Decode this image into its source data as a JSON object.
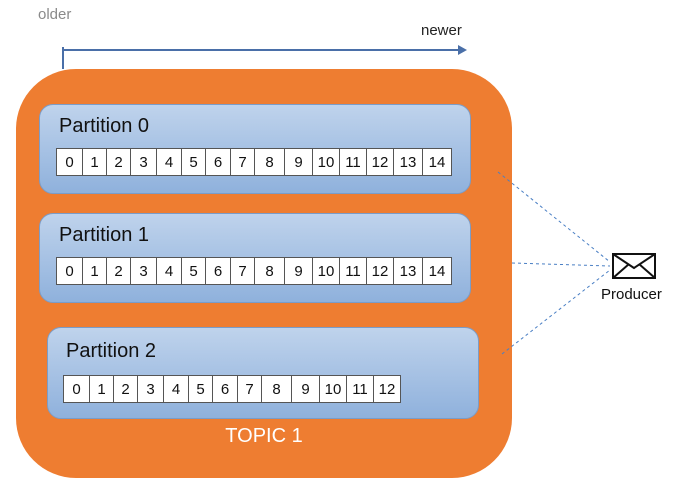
{
  "timeline": {
    "older": "older",
    "newer": "newer"
  },
  "topic": {
    "label": "TOPIC 1"
  },
  "partitions": [
    {
      "title": "Partition 0",
      "offsets": [
        "0",
        "1",
        "2",
        "3",
        "4",
        "5",
        "6",
        "7",
        "8",
        "9",
        "10",
        "11",
        "12",
        "13",
        "14"
      ]
    },
    {
      "title": "Partition 1",
      "offsets": [
        "0",
        "1",
        "2",
        "3",
        "4",
        "5",
        "6",
        "7",
        "8",
        "9",
        "10",
        "11",
        "12",
        "13",
        "14"
      ]
    },
    {
      "title": "Partition 2",
      "offsets": [
        "0",
        "1",
        "2",
        "3",
        "4",
        "5",
        "6",
        "7",
        "8",
        "9",
        "10",
        "11",
        "12"
      ]
    }
  ],
  "producer": {
    "label": "Producer",
    "icon": "envelope-icon"
  },
  "colors": {
    "topic": "#ee7d31",
    "partition": "#a9c4e6",
    "arrow": "#4a6fa8"
  }
}
